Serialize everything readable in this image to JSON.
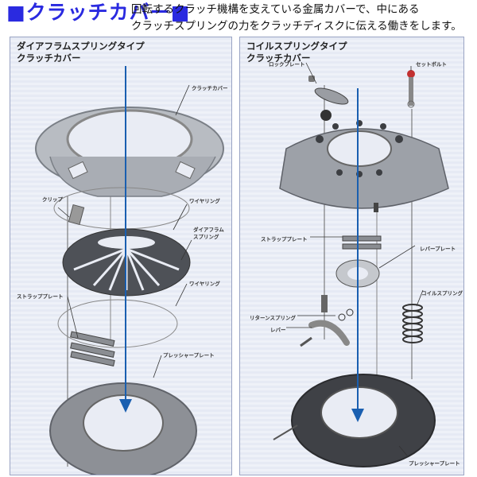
{
  "header": {
    "title": "■クラッチカバー■",
    "description_lines": [
      "回転するクラッチ機構を支えている金属カバーで、中にある",
      "クラッチスプリングの力をクラッチディスクに伝える働きをします。"
    ]
  },
  "colors": {
    "title_blue": "#2a2ae0",
    "axis_arrow_blue": "#1a5fb0",
    "panel_bg": "#e8ecf5",
    "panel_border": "#9aa4c4"
  },
  "panels": [
    {
      "title_lines": [
        "ダイアフラムスプリングタイプ",
        "クラッチカバー"
      ],
      "labels": {
        "clutch_cover": "クラッチカバー",
        "clip": "クリップ",
        "wire_ring_1": "ワイヤリング",
        "diaphragm_spring_1": "ダイアフラム",
        "diaphragm_spring_2": "スプリング",
        "wire_ring_2": "ワイヤリング",
        "strap_plate": "ストラッププレート",
        "pressure_plate": "プレッシャープレート"
      }
    },
    {
      "title_lines": [
        "コイルスプリングタイプ",
        "クラッチカバー"
      ],
      "labels": {
        "lock_plate": "ロックプレート",
        "set_bolt": "セットボルト",
        "strap_plate": "ストラッププレート",
        "lever_plate": "レバープレート",
        "coil_spring": "コイルスプリング",
        "return_spring": "リターンスプリング",
        "lever": "レバー",
        "pressure_plate": "プレッシャープレート"
      }
    }
  ]
}
